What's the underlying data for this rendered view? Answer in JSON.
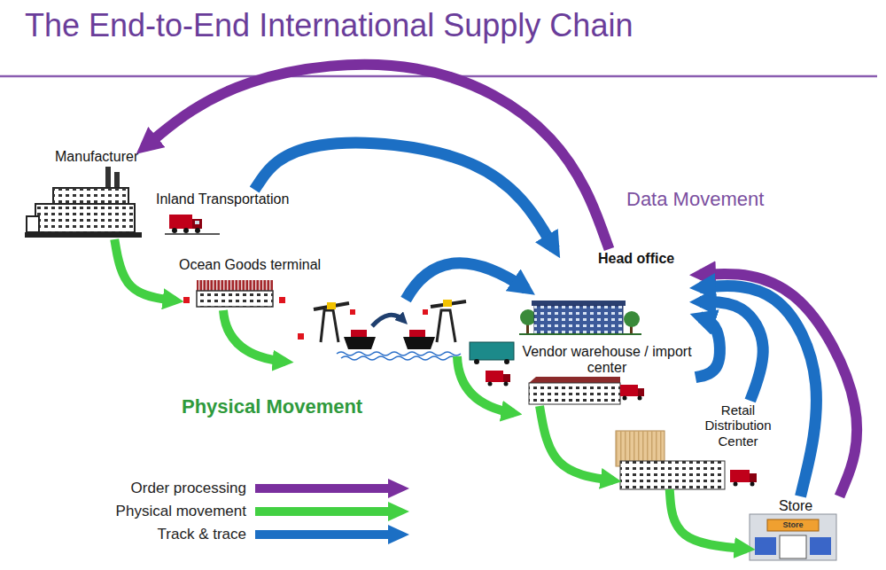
{
  "diagram": {
    "title": "The End-to-End International Supply Chain",
    "nodes": [
      {
        "text": [
          "Manufacturer"
        ]
      },
      {
        "text": [
          "Inland Transportation"
        ]
      },
      {
        "text": [
          "Ocean Goods terminal"
        ]
      },
      {
        "text": [
          "Head office"
        ]
      },
      {
        "text": [
          "Vendor warehouse / import center"
        ]
      },
      {
        "text": [
          "Retail Distribution Center"
        ]
      },
      {
        "text": [
          "Store"
        ]
      }
    ],
    "edges": [
      {
        "from": 0,
        "to": 2,
        "arrow": "to"
      },
      {
        "from": 4,
        "to": 5,
        "arrow": "to"
      },
      {
        "from": 5,
        "to": 6,
        "arrow": "to"
      },
      {
        "from": 3,
        "to": 0,
        "arrow": "to"
      },
      {
        "from": 6,
        "to": 3,
        "arrow": "to"
      },
      {
        "from": 1,
        "to": 3,
        "arrow": "to"
      },
      {
        "from": 4,
        "to": 3,
        "arrow": "to"
      },
      {
        "from": 5,
        "to": 3,
        "arrow": "to"
      },
      {
        "from": 6,
        "to": 3,
        "arrow": "to"
      }
    ],
    "labels": [
      "Data Movement",
      "Physical Movement",
      "Store"
    ],
    "legend": [
      {
        "text": "Order processing",
        "color": "#7a2f9e"
      },
      {
        "text": "Physical movement",
        "color": "#43d043"
      },
      {
        "text": "Track & trace",
        "color": "#1c6fc4"
      }
    ]
  }
}
